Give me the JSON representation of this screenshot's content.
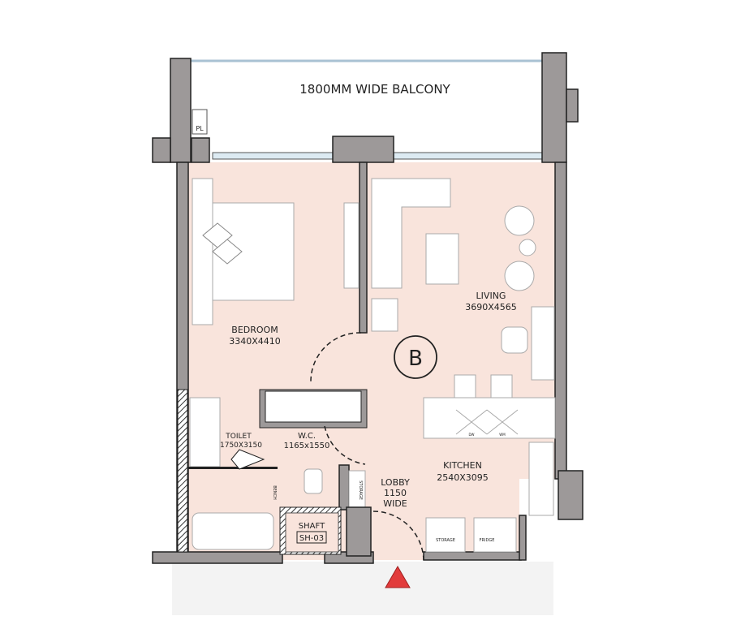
{
  "balcony": {
    "label": "1800MM WIDE BALCONY",
    "pl": "PL"
  },
  "unit": {
    "label": "B"
  },
  "rooms": {
    "bedroom": {
      "name": "BEDROOM",
      "size": "3340X4410"
    },
    "living": {
      "name": "LIVING",
      "size": "3690X4565"
    },
    "toilet": {
      "name": "TOILET",
      "size": "1750X3150"
    },
    "wc": {
      "name": "W.C.",
      "size": "1165x1550"
    },
    "kitchen": {
      "name": "KITCHEN",
      "size": "2540X3095"
    },
    "lobby": {
      "name": "LOBBY",
      "size": "1150",
      "extra": "WIDE"
    },
    "shaft": {
      "name": "SHAFT",
      "code": "SH-03"
    }
  },
  "fixtures": {
    "dw": "DW",
    "wm": "WM",
    "storage_kitchen": "STORAGE",
    "fridge": "FRIDGE",
    "storage_wc": "STORAGE",
    "bench": "BENCH"
  },
  "colors": {
    "floor": "#f9e4dc",
    "wall": "#9d9999",
    "entry": "#e23b3b"
  }
}
